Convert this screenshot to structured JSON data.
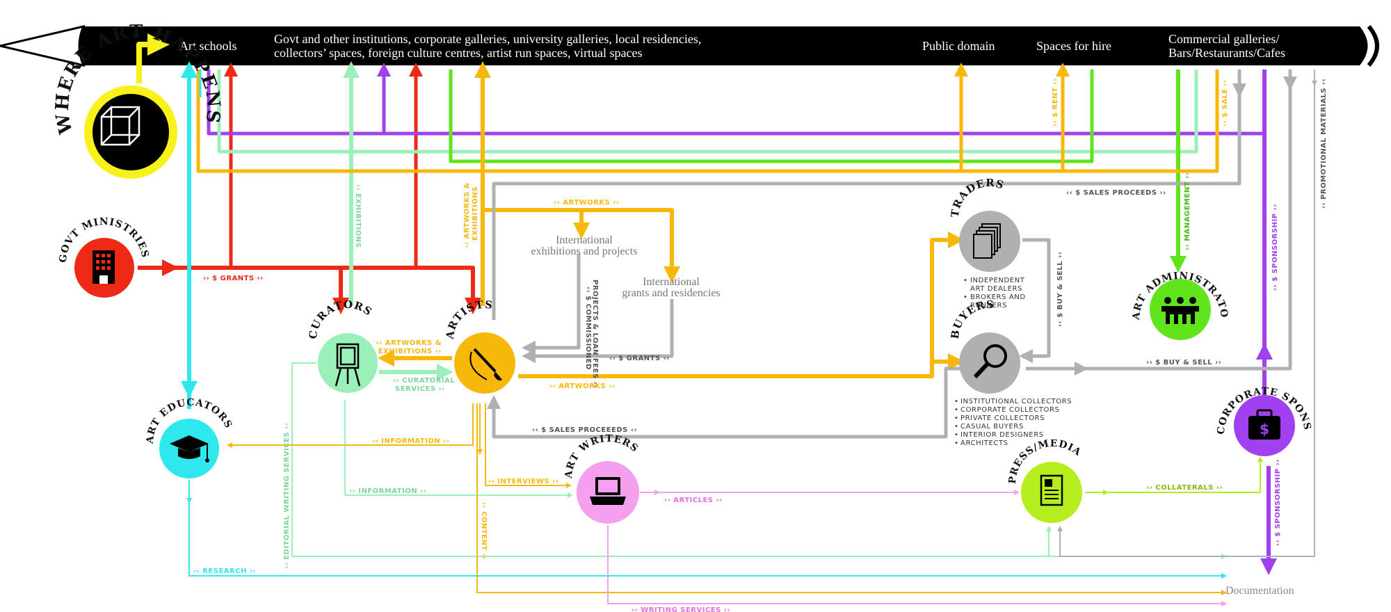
{
  "logo": {
    "title": "WHERE ART HAPPENS",
    "icon": "cube-icon"
  },
  "pencil": {
    "art_schools": "Art schools",
    "institutions_line1": "Govt  and other institutions, corporate galleries, university galleries, local residencies,",
    "institutions_line2": "collectors’ spaces, foreign culture centres, artist run spaces, virtual spaces",
    "public_domain": "Public domain",
    "spaces_for_hire": "Spaces for hire",
    "commercial_line1": "Commercial galleries/",
    "commercial_line2": "Bars/Restaurants/Cafes"
  },
  "nodes": {
    "govt": {
      "title": "GOVT MINISTRIES",
      "icon": "building-icon",
      "color": "#ee2a17"
    },
    "curators": {
      "title": "CURATORS",
      "icon": "easel-icon",
      "color": "#9af0b8"
    },
    "artists": {
      "title": "ARTISTS",
      "icon": "paintbrush-icon",
      "color": "#f8b80a"
    },
    "educators": {
      "title": "ART EDUCATORS",
      "icon": "graduation-cap-icon",
      "color": "#2ee8ee"
    },
    "writers": {
      "title": "ART WRITERS",
      "icon": "laptop-icon",
      "color": "#f4a0ee"
    },
    "traders": {
      "title": "TRADERS",
      "icon": "documents-icon",
      "color": "#b0b0b0"
    },
    "buyers": {
      "title": "BUYERS",
      "icon": "magnifier-icon",
      "color": "#b0b0b0"
    },
    "administrators": {
      "title": "ART ADMINISTRATORS",
      "icon": "people-icon",
      "color": "#60e41c"
    },
    "sponsors": {
      "title": "CORPORATE SPONSORS",
      "icon": "briefcase-dollar-icon",
      "color": "#a040ee"
    },
    "press": {
      "title": "PRESS/MEDIA",
      "icon": "newspaper-icon",
      "color": "#b4ee1c"
    }
  },
  "traders_items": [
    "INDEPENDENT",
    "ART DEALERS",
    "BROKERS AND",
    "RUNNERS"
  ],
  "buyers_items": [
    "INSTITUTIONAL COLLECTORS",
    "CORPORATE COLLECTORS",
    "PRIVATE COLLECTORS",
    "CASUAL BUYERS",
    "INTERIOR DESIGNERS",
    "ARCHITECTS"
  ],
  "international": {
    "exhibitions_line1": "International",
    "exhibitions_line2": "exhibitions and projects",
    "grants_line1": "International",
    "grants_line2": "grants and residencies"
  },
  "labels": {
    "grants": "›› $ GRANTS ››",
    "exhibitions": "‹‹ EXHIBITIONS",
    "artworks_exhibitions_vertical_1": "›› ARTWORKS &",
    "artworks_exhibitions_vertical_2": "EXHIBITIONS",
    "artworks_top": "›› ARTWORKS ››",
    "commissioned_1": "‹‹ $ COMMISSIONED",
    "commissioned_2": "PROJECTS & LOAN FEES ››",
    "intl_grants": "‹‹ $ GRANTS ‹‹",
    "artworks_exhibitions_left_1": "‹‹ ARTWORKS &",
    "artworks_exhibitions_left_2": "EXHIBITIONS ‹‹",
    "curatorial_1": "›› CURATORIAL",
    "curatorial_2": "SERVICES ››",
    "artworks_mid": "›› ARTWORKS ››",
    "sales_proceeds_bottom": "‹‹ $ SALES PROCEEEDS ‹‹",
    "information_educators": "‹‹ INFORMATION ››",
    "information_writers": "›› INFORMATION ››",
    "interviews": "›› INTERVIEWS ››",
    "content": "›› CONTENT ››",
    "articles": "›› ARTICLES ››",
    "collaterals": "›› COLLATERALS ››",
    "research": "›› RESEARCH ››",
    "editorial": "‹‹ EDITORIAL WRITING SERVICES ‹‹",
    "writing_services": "›› WRITING SERVICES ››",
    "sales_proceeds_top": "‹‹ $ SALES PROCEEDS ››",
    "rent": "›› $ RENT ››",
    "sale": "‹‹ $ SALE ‹‹",
    "management": "›› MANAGEMENT ››",
    "sponsorship_top": "›› $ SPONSORSHIP ››",
    "sponsorship_bottom": "‹‹ $ SPONSORSHIP ››",
    "promotional": "‹‹ PROMOTIONAL MATERIALS ‹‹",
    "buy_sell_vertical": "‹‹ $ BUY & SELL ››",
    "buy_sell_horizontal": "›› $ BUY & SELL ››"
  },
  "documentation": "Documentation",
  "colors": {
    "red": "#ee2a17",
    "mint": "#9af0b8",
    "orange": "#f8b80a",
    "cyan": "#2ee8ee",
    "pink": "#f4a0ee",
    "gray": "#b0b0b0",
    "green": "#60e41c",
    "purple": "#a040ee",
    "lime": "#b4ee1c",
    "yellow": "#f8f21a",
    "black": "#000000"
  }
}
